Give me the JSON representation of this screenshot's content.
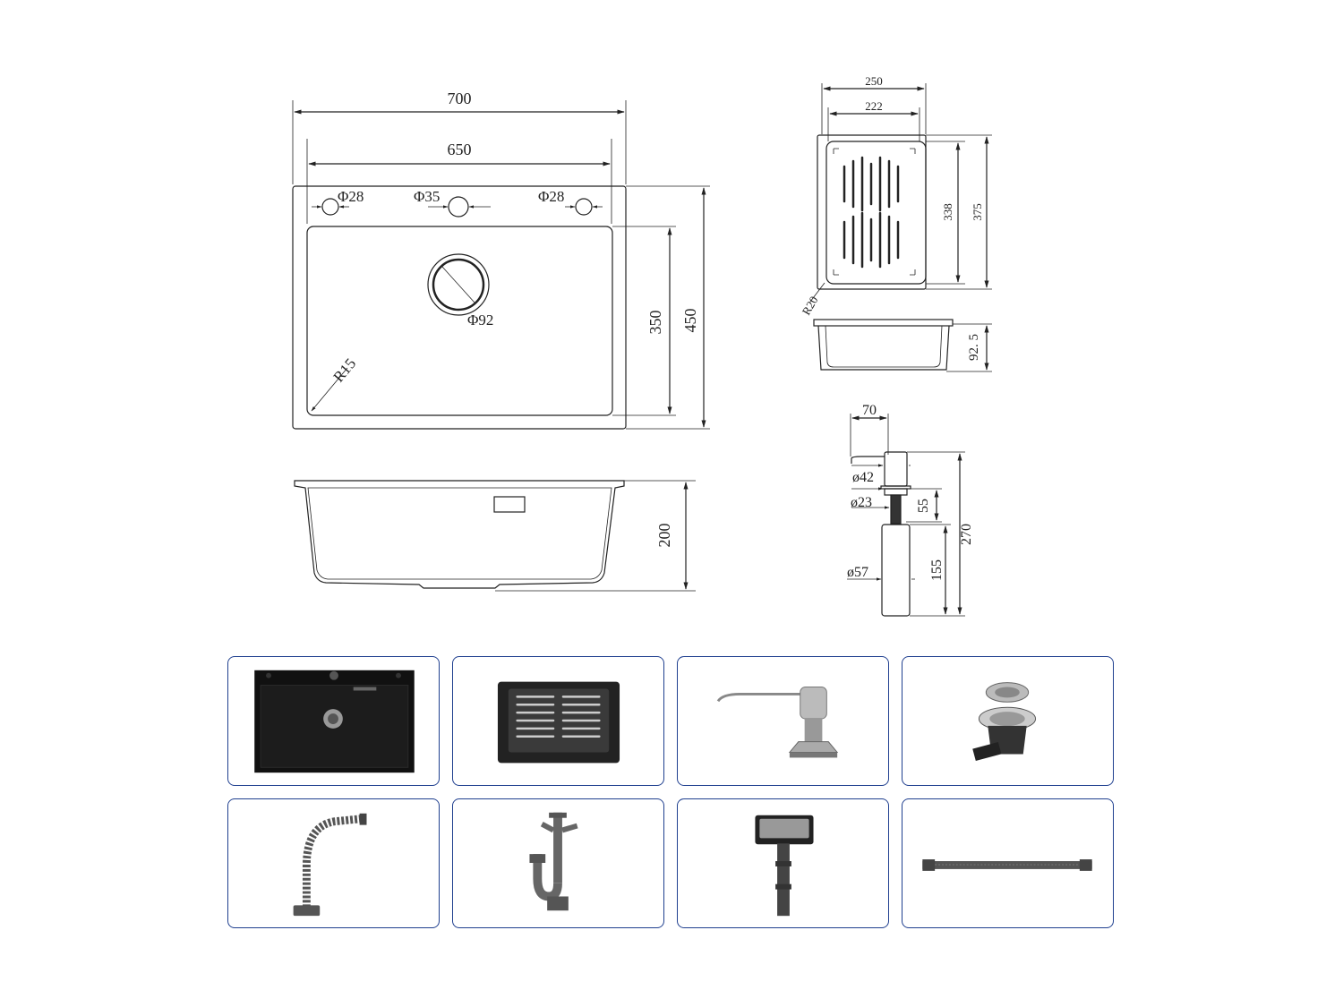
{
  "sink_top": {
    "overall_width": "700",
    "inner_width": "650",
    "tap_hole_left": "Φ28",
    "tap_hole_center": "Φ35",
    "tap_hole_right": "Φ28",
    "drain": "Φ92",
    "corner_radius": "R15",
    "inner_depth": "350",
    "overall_depth": "450"
  },
  "sink_side": {
    "height": "200"
  },
  "drainer_basket": {
    "outer_width": "250",
    "inner_width": "222",
    "inner_length": "338",
    "outer_length": "375",
    "corner_radius": "R20",
    "height": "92. 5"
  },
  "soap_dispenser": {
    "spout_reach": "70",
    "head_diameter": "ø42",
    "shank_diameter": "ø23",
    "shank_length": "55",
    "bottle_diameter": "ø57",
    "bottle_length": "155",
    "total_height": "270"
  },
  "accessories": [
    "sink-photo",
    "drain-basket-photo",
    "soap-dispenser-photo",
    "strainer-photo",
    "overflow-hose-photo",
    "p-trap-photo",
    "overflow-cover-photo",
    "extension-pipe-photo"
  ]
}
